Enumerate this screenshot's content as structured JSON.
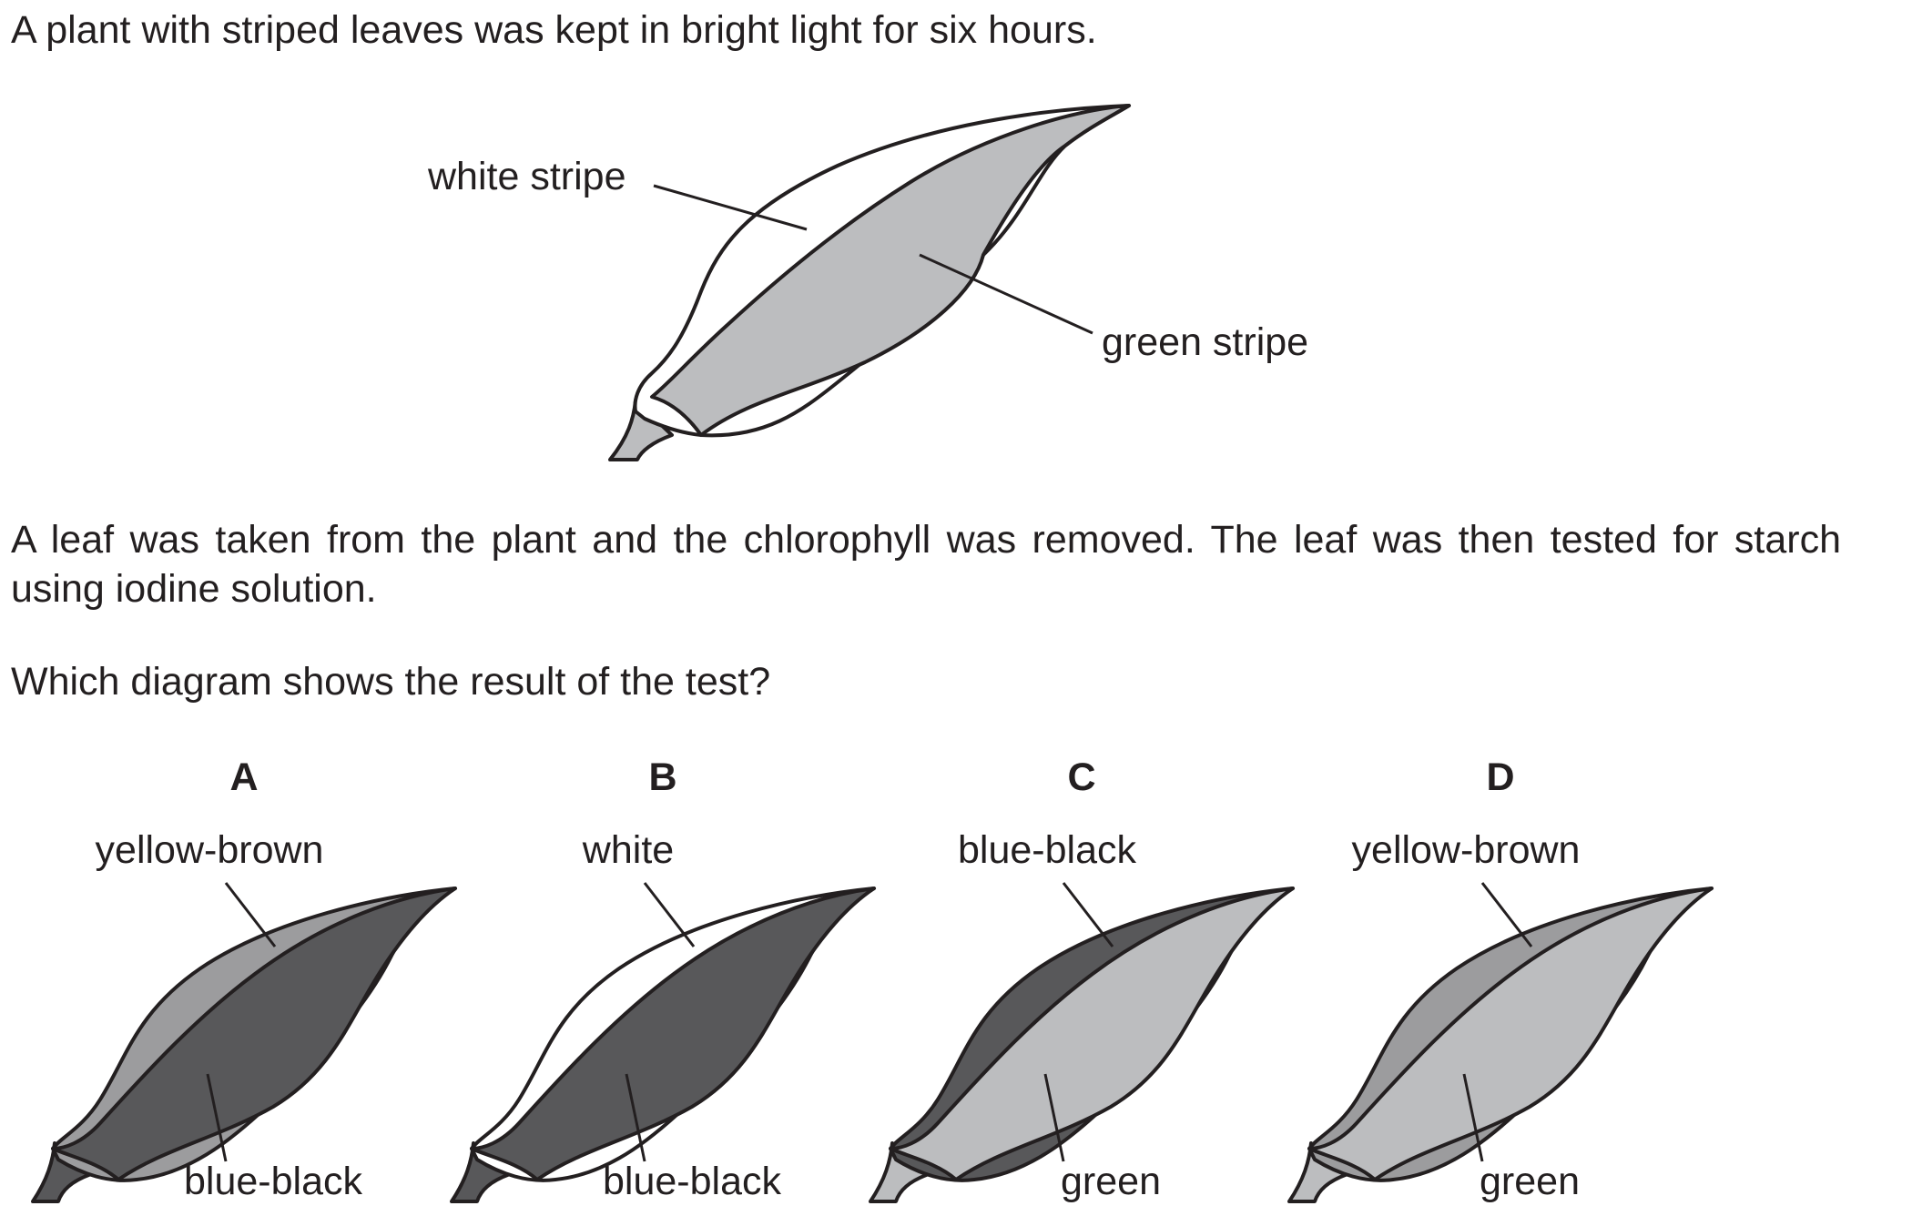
{
  "question": {
    "intro": "A plant with striped leaves was kept in bright light for six hours.",
    "method": "A leaf was taken from the plant and the chlorophyll was removed. The leaf was then tested for starch using iodine solution.",
    "prompt": "Which diagram shows the result of the test?"
  },
  "main_leaf": {
    "label_white": "white stripe",
    "label_green": "green stripe"
  },
  "options": [
    {
      "letter": "A",
      "top_label": "yellow-brown",
      "bottom_label": "blue-black",
      "outer_color": "#9c9c9e",
      "inner_color": "#58585a"
    },
    {
      "letter": "B",
      "top_label": "white",
      "bottom_label": "blue-black",
      "outer_color": "#ffffff",
      "inner_color": "#58585a"
    },
    {
      "letter": "C",
      "top_label": "blue-black",
      "bottom_label": "green",
      "outer_color": "#58585a",
      "inner_color": "#bcbdbf"
    },
    {
      "letter": "D",
      "top_label": "yellow-brown",
      "bottom_label": "green",
      "outer_color": "#9c9c9e",
      "inner_color": "#bcbdbf"
    }
  ],
  "colors": {
    "stroke": "#231f20",
    "green_stripe": "#bcbdbf",
    "white_stripe": "#ffffff"
  }
}
